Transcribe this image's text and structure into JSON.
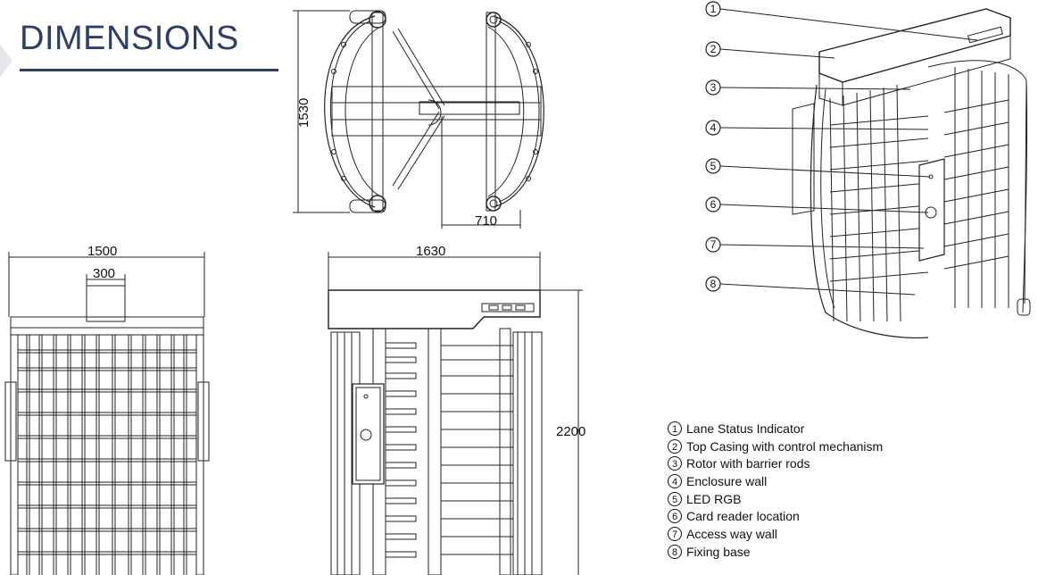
{
  "header": {
    "title": "DIMENSIONS"
  },
  "top_view": {
    "dim_depth": "1530",
    "dim_half": "710"
  },
  "front_view": {
    "dim_width": "1500",
    "dim_top": "300"
  },
  "side_view": {
    "dim_width": "1630",
    "dim_height": "2200"
  },
  "callouts": [
    "1",
    "2",
    "3",
    "4",
    "5",
    "6",
    "7",
    "8"
  ],
  "legend": {
    "items": [
      {
        "num": "1",
        "label": "Lane Status Indicator"
      },
      {
        "num": "2",
        "label": "Top Casing with control mechanism"
      },
      {
        "num": "3",
        "label": "Rotor with barrier rods"
      },
      {
        "num": "4",
        "label": "Enclosure wall"
      },
      {
        "num": "5",
        "label": "LED RGB"
      },
      {
        "num": "6",
        "label": "Card reader location"
      },
      {
        "num": "7",
        "label": "Access way wall"
      },
      {
        "num": "8",
        "label": "Fixing base"
      }
    ]
  },
  "colors": {
    "title": "#2e3f66",
    "line": "#222222"
  }
}
